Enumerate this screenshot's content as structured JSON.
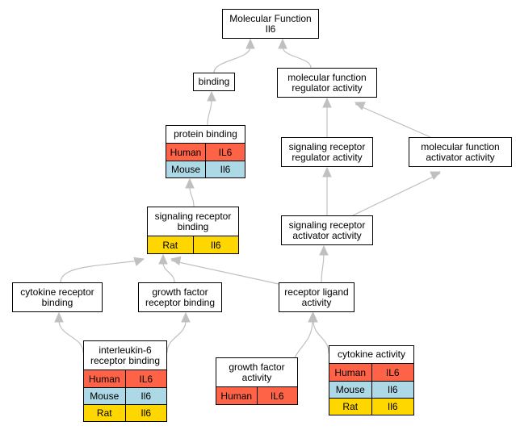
{
  "colors": {
    "human": "#ff6347",
    "mouse": "#add8e6",
    "rat": "#ffd700",
    "edge": "#c0c0c0",
    "border": "#000000"
  },
  "nodes": {
    "mf_root": {
      "lines": [
        "Molecular Function",
        "Il6"
      ]
    },
    "binding": {
      "lines": [
        "binding"
      ]
    },
    "mf_regulator": {
      "lines": [
        "molecular function",
        "regulator activity"
      ]
    },
    "protein_binding": {
      "lines": [
        "protein binding"
      ],
      "rows": [
        {
          "species": "Human",
          "gene": "IL6",
          "color_key": "human"
        },
        {
          "species": "Mouse",
          "gene": "Il6",
          "color_key": "mouse"
        }
      ]
    },
    "sig_receptor_regulator": {
      "lines": [
        "signaling receptor",
        "regulator activity"
      ]
    },
    "mf_activator": {
      "lines": [
        "molecular function",
        "activator activity"
      ]
    },
    "sig_receptor_binding": {
      "lines": [
        "signaling receptor",
        "binding"
      ],
      "rows": [
        {
          "species": "Rat",
          "gene": "Il6",
          "color_key": "rat"
        }
      ]
    },
    "sig_receptor_activator": {
      "lines": [
        "signaling receptor",
        "activator activity"
      ]
    },
    "cytokine_receptor_binding": {
      "lines": [
        "cytokine receptor",
        "binding"
      ]
    },
    "growth_factor_receptor_binding": {
      "lines": [
        "growth factor",
        "receptor binding"
      ]
    },
    "receptor_ligand": {
      "lines": [
        "receptor ligand",
        "activity"
      ]
    },
    "il6_receptor_binding": {
      "lines": [
        "interleukin-6",
        "receptor binding"
      ],
      "rows": [
        {
          "species": "Human",
          "gene": "IL6",
          "color_key": "human"
        },
        {
          "species": "Mouse",
          "gene": "Il6",
          "color_key": "mouse"
        },
        {
          "species": "Rat",
          "gene": "Il6",
          "color_key": "rat"
        }
      ]
    },
    "growth_factor_activity": {
      "lines": [
        "growth factor",
        "activity"
      ],
      "rows": [
        {
          "species": "Human",
          "gene": "IL6",
          "color_key": "human"
        }
      ]
    },
    "cytokine_activity": {
      "lines": [
        "cytokine activity"
      ],
      "rows": [
        {
          "species": "Human",
          "gene": "IL6",
          "color_key": "human"
        },
        {
          "species": "Mouse",
          "gene": "Il6",
          "color_key": "mouse"
        },
        {
          "species": "Rat",
          "gene": "Il6",
          "color_key": "rat"
        }
      ]
    }
  },
  "edges": [
    {
      "from": "binding",
      "to": "mf_root"
    },
    {
      "from": "mf_regulator",
      "to": "mf_root"
    },
    {
      "from": "protein_binding",
      "to": "binding"
    },
    {
      "from": "sig_receptor_regulator",
      "to": "mf_regulator"
    },
    {
      "from": "mf_activator",
      "to": "mf_regulator"
    },
    {
      "from": "sig_receptor_binding",
      "to": "protein_binding"
    },
    {
      "from": "sig_receptor_activator",
      "to": "sig_receptor_regulator"
    },
    {
      "from": "sig_receptor_activator",
      "to": "mf_activator"
    },
    {
      "from": "cytokine_receptor_binding",
      "to": "sig_receptor_binding"
    },
    {
      "from": "growth_factor_receptor_binding",
      "to": "sig_receptor_binding"
    },
    {
      "from": "receptor_ligand",
      "to": "sig_receptor_binding"
    },
    {
      "from": "receptor_ligand",
      "to": "sig_receptor_activator"
    },
    {
      "from": "il6_receptor_binding",
      "to": "cytokine_receptor_binding"
    },
    {
      "from": "il6_receptor_binding",
      "to": "growth_factor_receptor_binding"
    },
    {
      "from": "growth_factor_activity",
      "to": "receptor_ligand"
    },
    {
      "from": "cytokine_activity",
      "to": "receptor_ligand"
    }
  ]
}
